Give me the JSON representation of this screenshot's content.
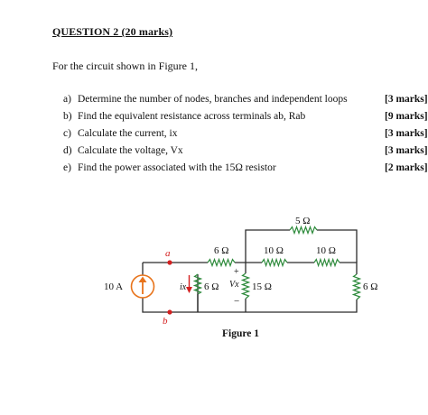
{
  "question": {
    "heading": "QUESTION 2 (20 marks)",
    "intro": "For the circuit shown in Figure 1,",
    "items": [
      {
        "letter": "a)",
        "text": "Determine the number of nodes, branches and independent loops",
        "marks": "[3 marks]"
      },
      {
        "letter": "b)",
        "text": "Find the equivalent resistance across terminals ab, Rab",
        "marks": "[9 marks]"
      },
      {
        "letter": "c)",
        "text": "Calculate the current, ix",
        "marks": "[3 marks]"
      },
      {
        "letter": "d)",
        "text": "Calculate the voltage, Vx",
        "marks": "[3 marks]"
      },
      {
        "letter": "e)",
        "text": "Find the power associated with the 15Ω resistor",
        "marks": "[2 marks]"
      }
    ]
  },
  "figure": {
    "caption": "Figure 1",
    "source_label": "10 A",
    "terminal_a": "a",
    "terminal_b": "b",
    "resistors": {
      "r_top": "5 Ω",
      "r_series_left": "6 Ω",
      "r_series_mid": "10 Ω",
      "r_series_right": "10 Ω",
      "r_shunt_left": "6 Ω",
      "r_shunt_mid": "15 Ω",
      "r_shunt_right": "6 Ω"
    },
    "current_label": "ix",
    "voltage_label": "Vx",
    "plus_sign": "+",
    "minus_sign": "−"
  },
  "colors": {
    "wire": "#2b2b2b",
    "resistor": "#2e8b3c",
    "terminal": "#d42020",
    "source": "#e8731a",
    "current_arrow": "#d42020"
  }
}
